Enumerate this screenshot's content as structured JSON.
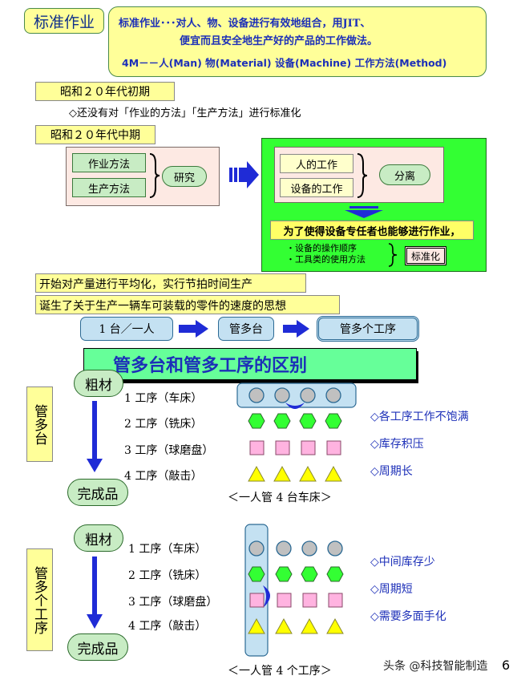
{
  "title": "标准作业",
  "definition": {
    "line1": "标准作业･･･对人、物、设备进行有效地组合，用JIT、",
    "line2": "便宜而且安全地生产好的产品的工作做法。",
    "line3": "4M－－人(Man)  物(Material) 设备(Machine)  工作方法(Method)"
  },
  "early": {
    "label": "昭和２０年代初期",
    "note": "◇还没有对「作业的方法」「生产方法」进行标准化"
  },
  "mid": {
    "label": "昭和２０年代中期",
    "left_items": [
      "作业方法",
      "生产方法"
    ],
    "left_result": "研究",
    "right_items": [
      "人的工作",
      "设备的工作"
    ],
    "right_result": "分离",
    "banner": "为了使得设备专任者也能够进行作业，",
    "bullets": [
      "・设备的操作顺序",
      "・工具类的使用方法"
    ],
    "bullets_result": "标准化"
  },
  "later": {
    "line1": "开始对产量进行平均化，实行节拍时间生产",
    "line2": "诞生了关于生产一辆车可装载的零件的速度的思想",
    "flow": [
      "1 台／一人",
      "管多台",
      "管多个工序"
    ]
  },
  "section_title": "管多台和管多工序的区别",
  "part1": {
    "side_label": "管多台",
    "start": "粗材",
    "end": "完成品",
    "steps": [
      "1 工序（车床）",
      "2 工序（铣床）",
      "3 工序（球磨盘）",
      "4 工序（敲击）"
    ],
    "caption": "＜一人管 4 台车床＞",
    "notes": [
      "◇各工序工作不饱满",
      "◇库存积压",
      "◇周期长"
    ]
  },
  "part2": {
    "side_label": "管多个工序",
    "start": "粗材",
    "end": "完成品",
    "steps": [
      "1 工序（车床）",
      "2 工序（铣床）",
      "3 工序（球磨盘）",
      "4 工序（敲击）"
    ],
    "caption": "＜一人管 4 个工序＞",
    "notes": [
      "◇中间库存少",
      "◇周期短",
      "◇需要多面手化"
    ]
  },
  "watermark": "头条 @科技智能制造",
  "page_number": "6",
  "colors": {
    "yellow": "#ffff99",
    "blue_box": "#c4e1f2",
    "green_box": "#c8ecc4",
    "green_panel": "#33ff33",
    "arrow_blue": "#1f2bd6",
    "title_text": "#1c2fb8",
    "circle": "#c0c0c0",
    "hexagon": "#33ff33",
    "square": "#ffb3e0",
    "triangle": "#ffff00"
  }
}
